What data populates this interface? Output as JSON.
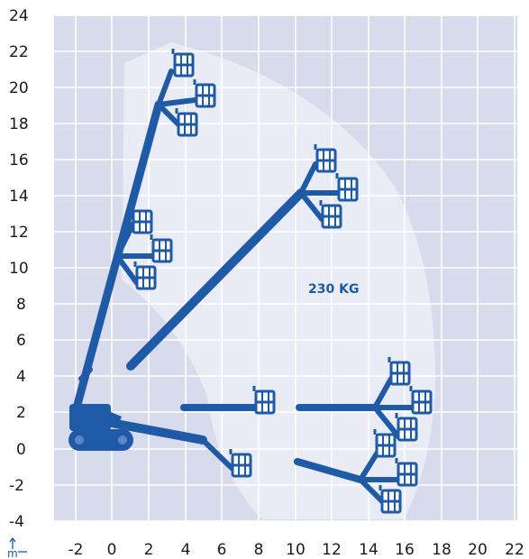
{
  "colors": {
    "background": "#d7dbec",
    "envelope": "#e9ebf5",
    "grid": "#ffffff",
    "machine": "#1f5aa6",
    "tick_text": "#1a1a1a"
  },
  "axis_unit": "m",
  "capacity_label": "230 KG",
  "chart_data": {
    "type": "diagram",
    "title": "",
    "xlabel": "",
    "ylabel": "",
    "xlim": [
      -4,
      22
    ],
    "ylim": [
      -4,
      24
    ],
    "x_ticks": [
      "-2",
      "0",
      "2",
      "4",
      "6",
      "8",
      "10",
      "12",
      "14",
      "16",
      "18",
      "20",
      "22"
    ],
    "y_ticks": [
      "24",
      "22",
      "20",
      "18",
      "16",
      "14",
      "12",
      "10",
      "8",
      "6",
      "4",
      "2",
      "0",
      "-2",
      "-4"
    ],
    "grid": true,
    "working_envelope": {
      "max_height_m": 22.4,
      "max_outreach_m": 17.4,
      "platform_capacity_kg": 230
    }
  }
}
